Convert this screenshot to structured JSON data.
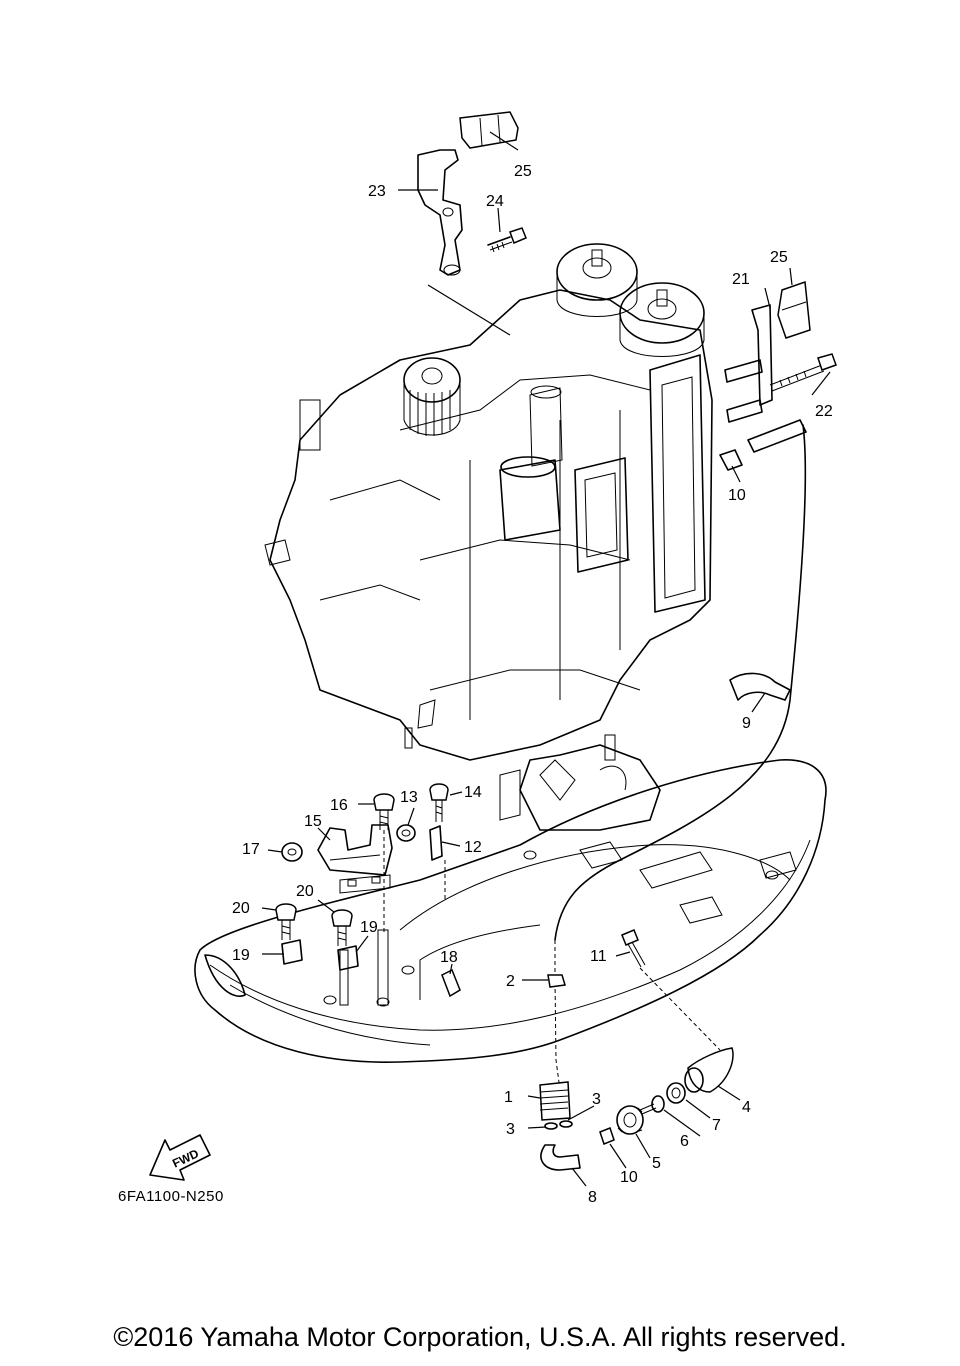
{
  "diagram": {
    "code": "6FA1100-N250",
    "direction_label": "FWD",
    "copyright": "©2016 Yamaha Motor Corporation, U.S.A. All rights reserved."
  },
  "callouts": {
    "c1": "1",
    "c2": "2",
    "c3a": "3",
    "c3b": "3",
    "c4": "4",
    "c5": "5",
    "c6": "6",
    "c7": "7",
    "c8": "8",
    "c9": "9",
    "c10a": "10",
    "c10b": "10",
    "c11": "11",
    "c12": "12",
    "c13": "13",
    "c14": "14",
    "c15": "15",
    "c16": "16",
    "c17": "17",
    "c18": "18",
    "c19a": "19",
    "c19b": "19",
    "c20a": "20",
    "c20b": "20",
    "c21": "21",
    "c22": "22",
    "c23": "23",
    "c24": "24",
    "c25a": "25",
    "c25b": "25"
  }
}
